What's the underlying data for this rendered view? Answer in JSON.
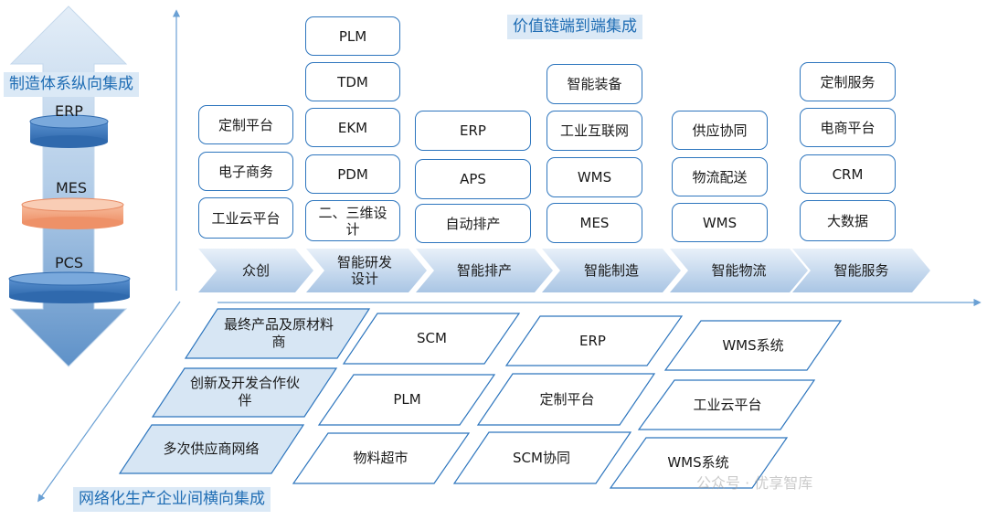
{
  "vertical_label": "制造体系纵向集成",
  "top_label": "价值链端到端集成",
  "bottom_label": "网络化生产企业间横向集成",
  "cylinders": [
    "ERP",
    "MES",
    "PCS"
  ],
  "chevrons": [
    "众创",
    "智能研发设计",
    "智能排产",
    "智能制造",
    "智能物流",
    "智能服务"
  ],
  "columns": {
    "col1": [
      "定制平台",
      "电子商务",
      "工业云平台"
    ],
    "col2": [
      "PLM",
      "TDM",
      "EKM",
      "PDM",
      "二、三维设计"
    ],
    "col3": [
      "ERP",
      "APS",
      "自动排产"
    ],
    "col4": [
      "智能装备",
      "工业互联网",
      "WMS",
      "MES"
    ],
    "col5": [
      "供应协同",
      "物流配送",
      "WMS"
    ],
    "col6": [
      "定制服务",
      "电商平台",
      "CRM",
      "大数据"
    ]
  },
  "network_rows": [
    {
      "category": "最终产品及原材料商",
      "cells": [
        "SCM",
        "ERP",
        "WMS系统"
      ]
    },
    {
      "category": "创新及开发合作伙伴",
      "cells": [
        "PLM",
        "定制平台",
        "工业云平台"
      ]
    },
    {
      "category": "多次供应商网络",
      "cells": [
        "物料超市",
        "SCM协同",
        "WMS系统"
      ]
    }
  ],
  "watermark": "公众号 · 优享智库",
  "colors": {
    "accent": "#2e76be",
    "label_bg": "#dbe9f6",
    "label_text": "#1f6db4",
    "cylinder_blue": "#3d7cc4",
    "cylinder_orange": "#f2a07b"
  }
}
